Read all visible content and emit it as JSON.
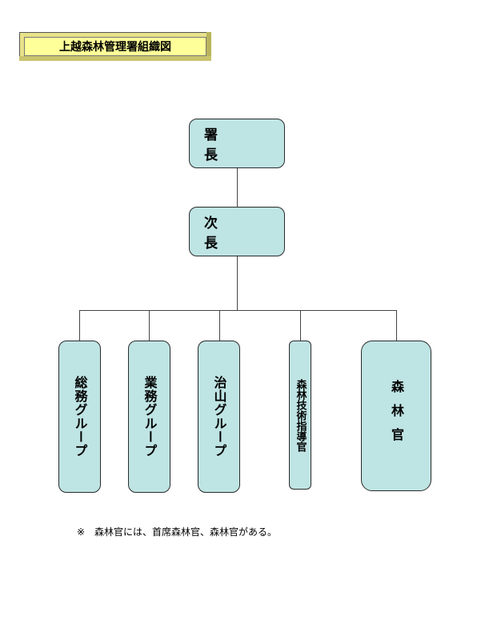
{
  "title": "上越森林管理署組織図",
  "nodes": {
    "chief": "署　長",
    "deputy": "次　長",
    "general_affairs": "総務グループ",
    "operations": "業務グループ",
    "erosion_control": "治山グループ",
    "forest_tech": "森林技術指導官",
    "forest_officer": "森林官"
  },
  "note": "※　森林官には、首席森林官、森林官がある。",
  "colors": {
    "node_fill": "#bfe4e4",
    "title_fill": "#ffff99",
    "line": "#444444"
  }
}
